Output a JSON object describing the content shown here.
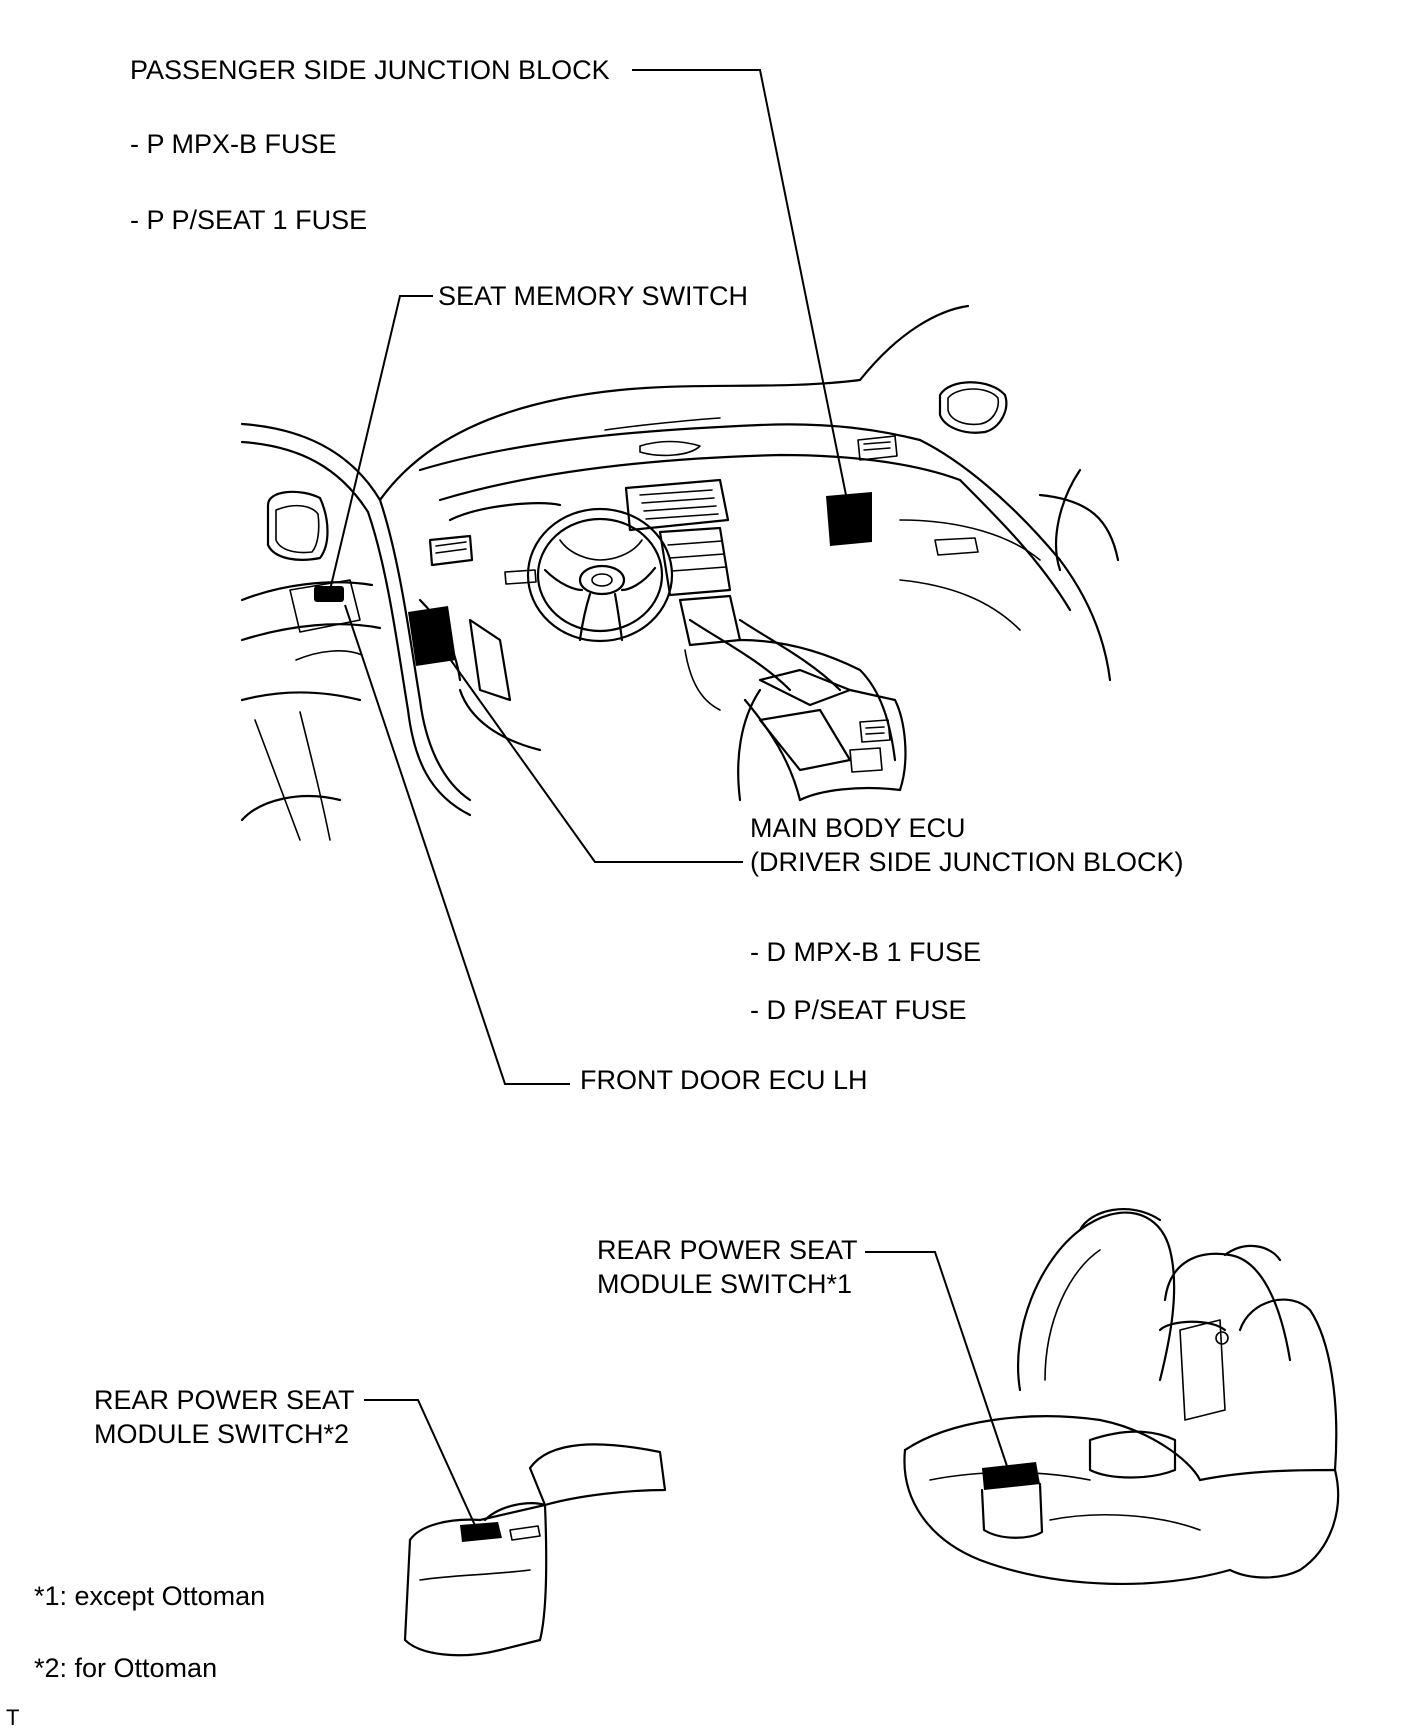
{
  "labels": {
    "passenger_jb": "PASSENGER SIDE JUNCTION BLOCK",
    "p_mpx_b": "- P MPX-B FUSE",
    "p_pseat1": "- P P/SEAT 1 FUSE",
    "seat_memory": "SEAT MEMORY SWITCH",
    "main_body_ecu_1": "MAIN BODY ECU",
    "main_body_ecu_2": "(DRIVER SIDE JUNCTION BLOCK)",
    "d_mpx_b1": "- D MPX-B 1 FUSE",
    "d_pseat": "- D P/SEAT FUSE",
    "front_door_ecu": "FRONT DOOR ECU LH",
    "rear_sw1_a": "REAR POWER SEAT",
    "rear_sw1_b": "MODULE SWITCH*1",
    "rear_sw2_a": "REAR POWER SEAT",
    "rear_sw2_b": "MODULE SWITCH*2",
    "note1": "*1: except Ottoman",
    "note2": "*2: for Ottoman",
    "corner_mark": "T"
  }
}
